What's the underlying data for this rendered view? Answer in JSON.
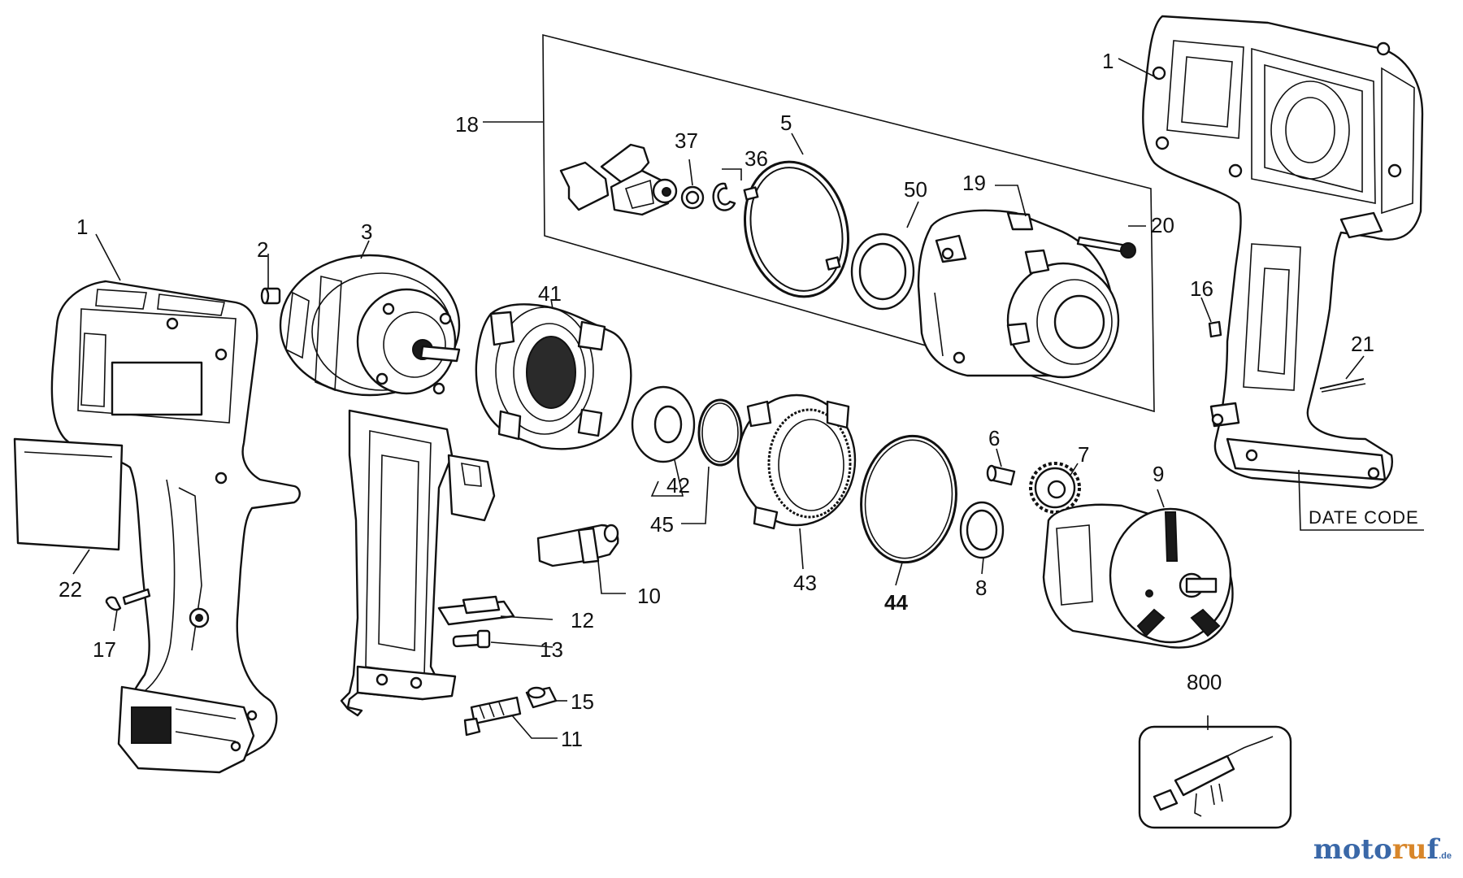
{
  "diagram": {
    "labels": {
      "p1_left": "1",
      "p1_right": "1",
      "p2": "2",
      "p3": "3",
      "p5": "5",
      "p6": "6",
      "p7": "7",
      "p8": "8",
      "p9": "9",
      "p10": "10",
      "p11": "11",
      "p12": "12",
      "p13": "13",
      "p15": "15",
      "p16": "16",
      "p17": "17",
      "p18": "18",
      "p19": "19",
      "p20": "20",
      "p21": "21",
      "p22": "22",
      "p36": "36",
      "p37": "37",
      "p41": "41",
      "p42": "42",
      "p43": "43",
      "p44": "44",
      "p45": "45",
      "p50": "50",
      "p800": "800"
    },
    "date_code": "DATE CODE"
  },
  "watermark": {
    "part_a": "moto",
    "part_b": "ru",
    "part_c": "f",
    "suffix": ".de"
  }
}
